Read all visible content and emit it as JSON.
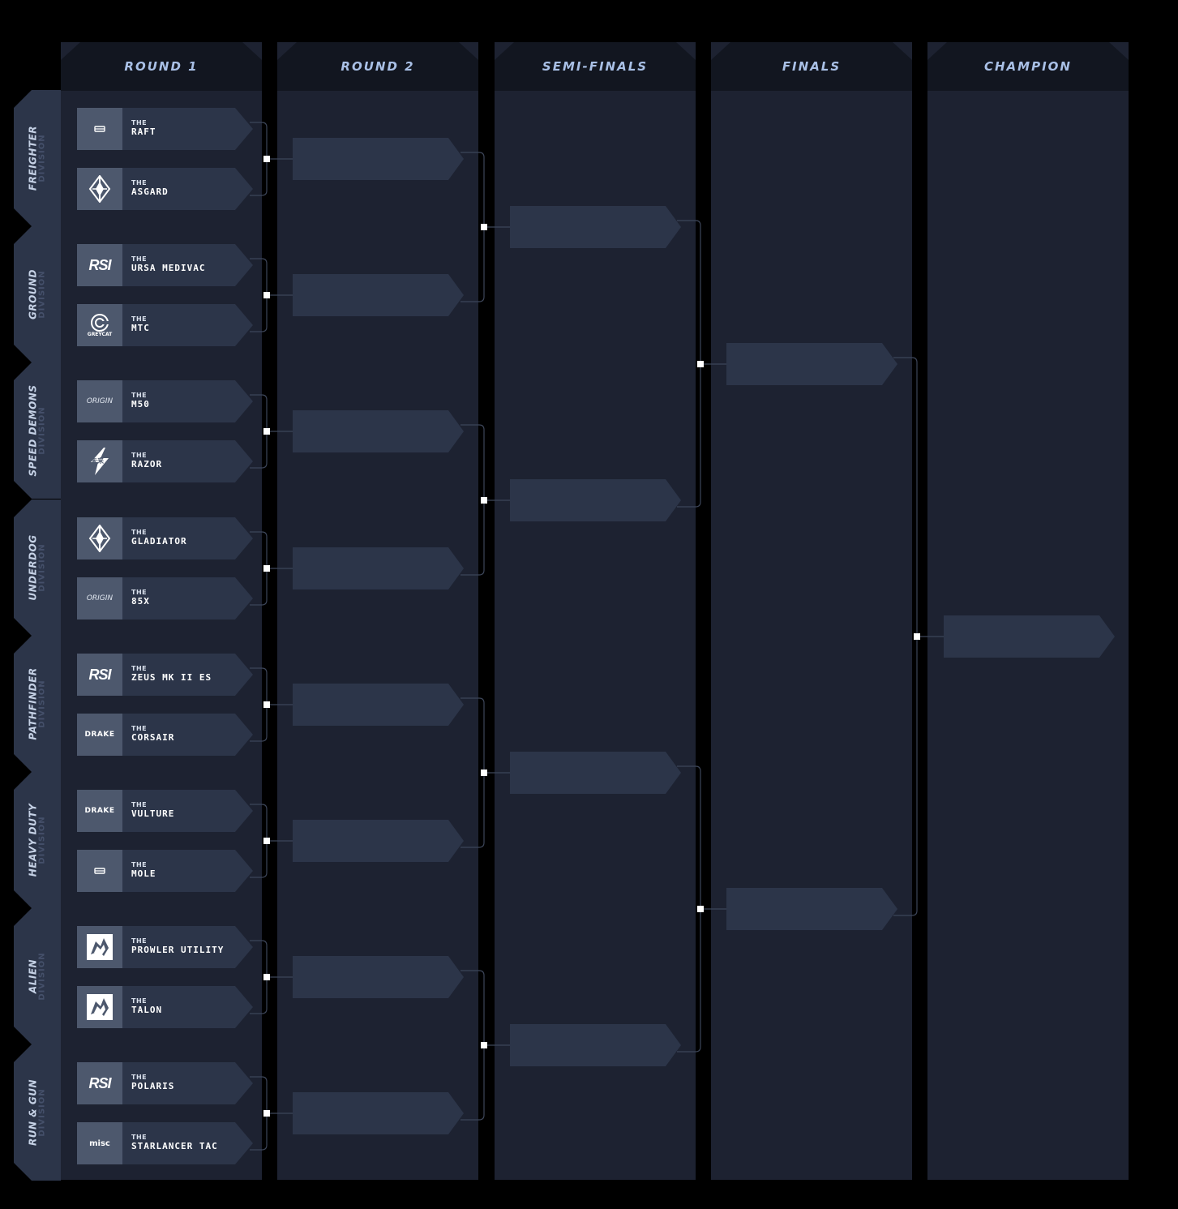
{
  "columns": [
    {
      "title": "ROUND 1"
    },
    {
      "title": "ROUND 2"
    },
    {
      "title": "SEMI-FINALS"
    },
    {
      "title": "FINALS"
    },
    {
      "title": "CHAMPION"
    }
  ],
  "division_suffix": "DIVISION",
  "team_prefix": "THE",
  "divisions": [
    {
      "name": "FREIGHTER",
      "teams": [
        {
          "name": "RAFT",
          "logo": "argo-icon"
        },
        {
          "name": "ASGARD",
          "logo": "anvil-icon"
        }
      ]
    },
    {
      "name": "GROUND",
      "teams": [
        {
          "name": "URSA MEDIVAC",
          "logo": "rsi-logo",
          "logo_text": "RSI"
        },
        {
          "name": "MTC",
          "logo": "greycat-logo",
          "logo_text": "GREYCAT"
        }
      ]
    },
    {
      "name": "SPEED DEMONS",
      "teams": [
        {
          "name": "M50",
          "logo": "origin-logo",
          "logo_text": "ORIGIN"
        },
        {
          "name": "RAZOR",
          "logo": "mirai-logo",
          "logo_text": "未来"
        }
      ]
    },
    {
      "name": "UNDERDOG",
      "teams": [
        {
          "name": "GLADIATOR",
          "logo": "anvil-icon"
        },
        {
          "name": "85X",
          "logo": "origin-logo",
          "logo_text": "ORIGIN"
        }
      ]
    },
    {
      "name": "PATHFINDER",
      "teams": [
        {
          "name": "ZEUS MK II ES",
          "logo": "rsi-logo",
          "logo_text": "RSI"
        },
        {
          "name": "CORSAIR",
          "logo": "drake-logo",
          "logo_text": "DRAKE"
        }
      ]
    },
    {
      "name": "HEAVY DUTY",
      "teams": [
        {
          "name": "VULTURE",
          "logo": "drake-logo",
          "logo_text": "DRAKE"
        },
        {
          "name": "MOLE",
          "logo": "argo-icon"
        }
      ]
    },
    {
      "name": "ALIEN",
      "teams": [
        {
          "name": "PROWLER UTILITY",
          "logo": "esperia-icon"
        },
        {
          "name": "TALON",
          "logo": "esperia-icon"
        }
      ]
    },
    {
      "name": "RUN & GUN",
      "teams": [
        {
          "name": "POLARIS",
          "logo": "rsi-logo",
          "logo_text": "RSI"
        },
        {
          "name": "STARLANCER TAC",
          "logo": "misc-logo",
          "logo_text": "misc"
        }
      ]
    }
  ],
  "colors": {
    "background": "#000000",
    "column": "#1d2231",
    "column_header": "#121620",
    "card": "#2c3549",
    "logo_box": "#4d586d",
    "header_text": "#a9c0e6",
    "node": "#ffffff"
  }
}
